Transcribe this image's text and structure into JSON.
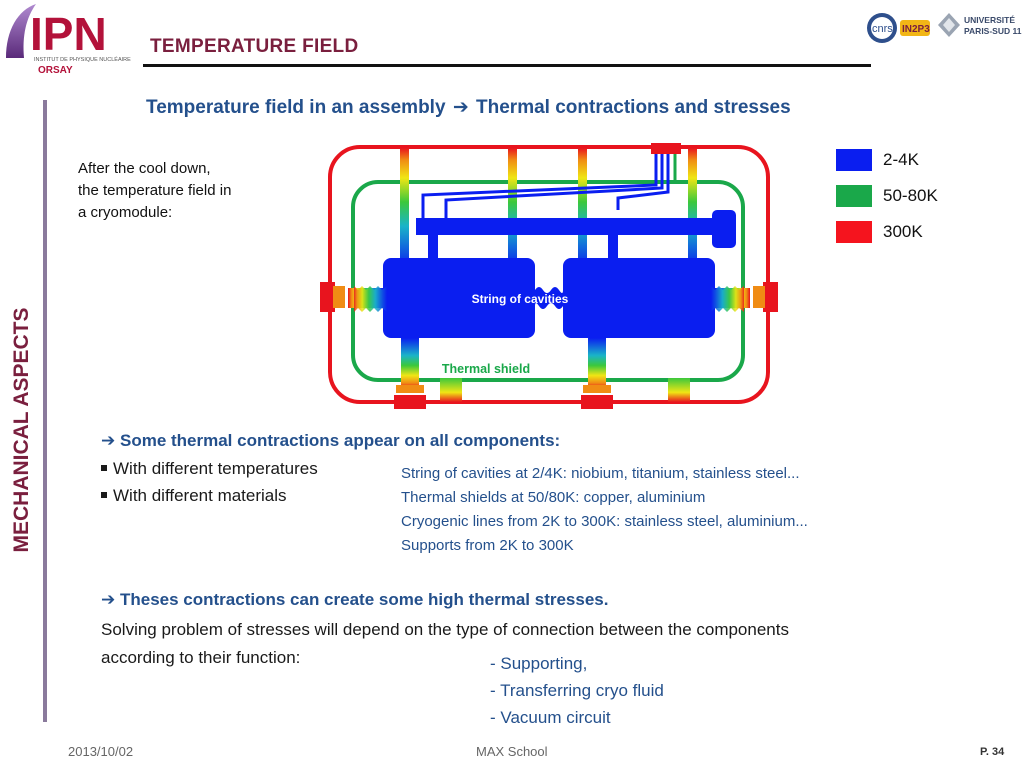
{
  "header": {
    "title": "TEMPERATURE FIELD",
    "logo_ipn": {
      "main": "IPN",
      "sub": "INSTITUT DE PHYSIQUE NUCLÉAIRE",
      "city": "ORSAY"
    },
    "logo_cnrs": {
      "main": "cnrs",
      "badge": "IN2P3"
    },
    "logo_ups": {
      "line1": "UNIVERSITÉ",
      "line2": "PARIS-SUD 11"
    }
  },
  "sidebar": {
    "label": "MECHANICAL ASPECTS"
  },
  "subtitle": {
    "left": "Temperature field in an assembly",
    "arrow": "➔",
    "right": "Thermal contractions and stresses"
  },
  "intro": {
    "line1": "After the cool down,",
    "line2": "the temperature field in",
    "line3": "a cryomodule:"
  },
  "diagram": {
    "cavities_label": "String of cavities",
    "shield_label": "Thermal shield",
    "colors": {
      "cold": "#0a1ef0",
      "shield": "#1aa84a",
      "warm": "#e8141e"
    }
  },
  "legend": [
    {
      "label": "2-4K",
      "color": "#0a1ef0"
    },
    {
      "label": "50-80K",
      "color": "#1aa84a"
    },
    {
      "label": "300K",
      "color": "#f5141e"
    }
  ],
  "section1": {
    "arrow": "➔",
    "heading": "Some thermal contractions appear on all components:",
    "bullets": [
      "With different temperatures",
      "With different materials"
    ],
    "details": [
      "String of cavities at 2/4K: niobium, titanium, stainless steel...",
      "Thermal shields at 50/80K: copper, aluminium",
      "Cryogenic lines from 2K to 300K: stainless steel, aluminium...",
      "Supports from 2K to 300K"
    ]
  },
  "section2": {
    "arrow": "➔",
    "heading": "Theses contractions can create some high thermal stresses.",
    "body_line1": "Solving problem of stresses will depend on the type of connection between the components",
    "body_line2": "according to their function:",
    "functions": [
      "- Supporting,",
      "- Transferring cryo fluid",
      "- Vacuum  circuit"
    ]
  },
  "footer": {
    "date": "2013/10/02",
    "center": "MAX School",
    "page": "P. 34"
  }
}
